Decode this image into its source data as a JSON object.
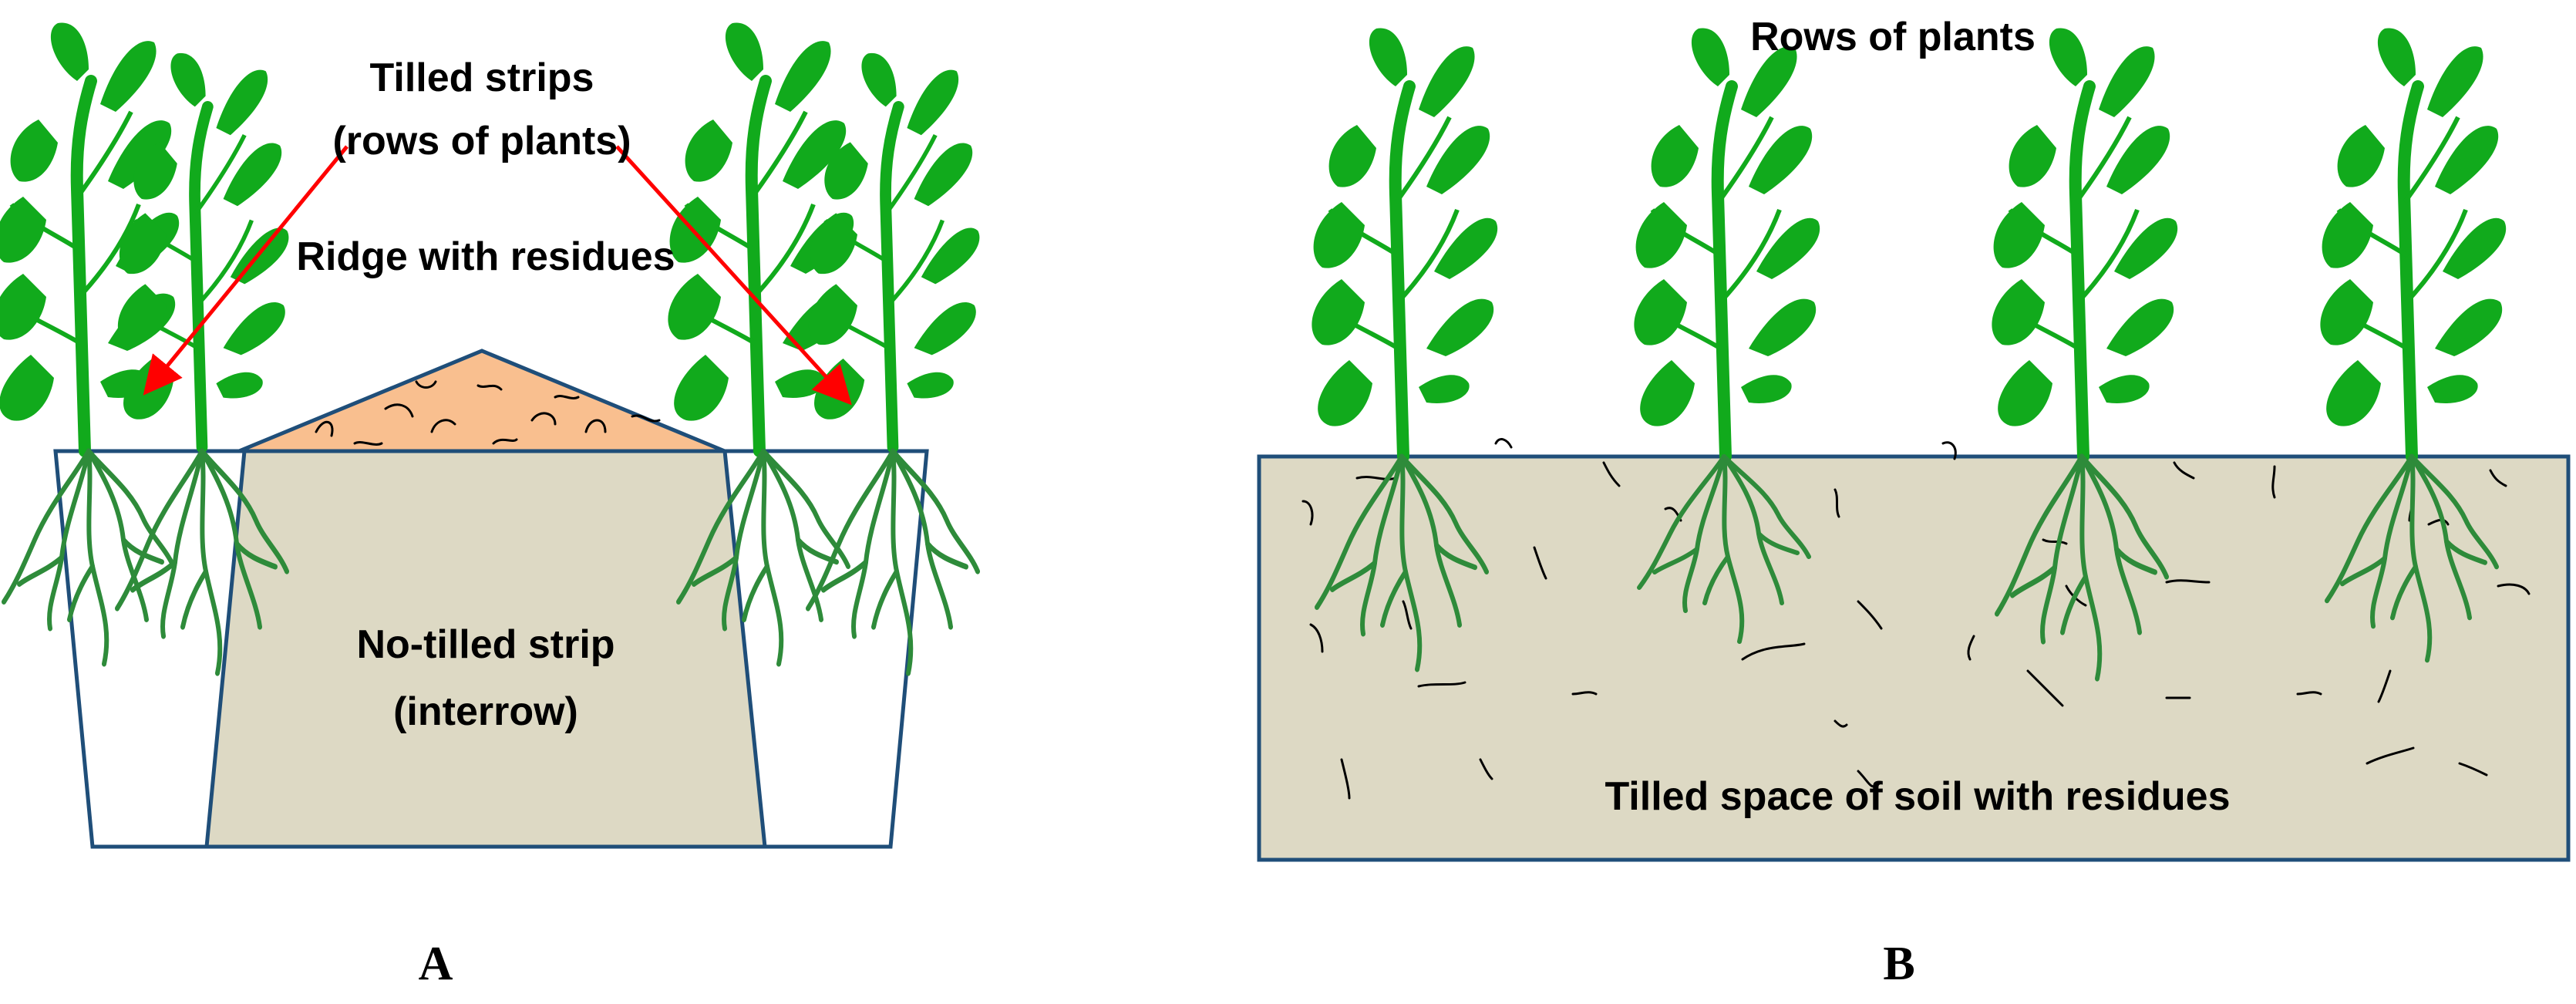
{
  "colors": {
    "outline": "#1f4e79",
    "soil": "#ddd9c4",
    "ridge": "#f9bf8f",
    "plant": "#11aa1c",
    "root": "#2e8b3a",
    "arrow": "#ff0000",
    "residue": "#000000",
    "background": "#ffffff"
  },
  "panel_a": {
    "label_tilled_strips_line1": "Tilled strips",
    "label_tilled_strips_line2": "(rows of plants)",
    "label_ridge": "Ridge with residues",
    "label_no_tilled_line1": "No-tilled  strip",
    "label_no_tilled_line2": "(interrow)",
    "panel_letter": "A"
  },
  "panel_b": {
    "label_rows": "Rows of plants",
    "label_tilled_space": "Tilled space of soil  with residues",
    "panel_letter": "B"
  },
  "icons": {
    "plant": "plant-icon",
    "roots": "roots-icon",
    "arrow": "red-arrow-icon"
  }
}
